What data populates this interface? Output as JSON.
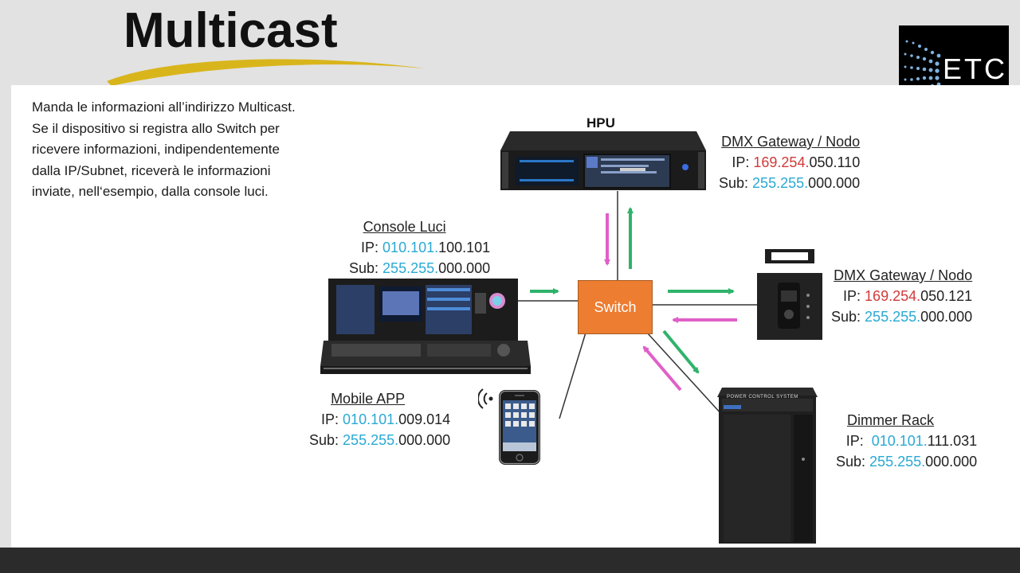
{
  "title": "Multicast",
  "logo_text": "ETC",
  "description_lines": [
    "Manda le informazioni all’indirizzo Multicast.",
    "Se il dispositivo si registra allo Switch per",
    "ricevere informazioni, indipendentemente",
    "dalla IP/Subnet, riceverà le informazioni",
    "inviate, nell‘esempio, dalla console luci."
  ],
  "switch_label": "Switch",
  "hpu_label": "HPU",
  "devices": {
    "gateway_top": {
      "name": "DMX  Gateway / Nodo",
      "ip_label": "IP:",
      "ip": [
        "169.254.",
        "050.110"
      ],
      "sub_label": "Sub:",
      "sub": [
        "255.255.",
        "000.000"
      ]
    },
    "console": {
      "name": "Console Luci",
      "ip_label": "IP:",
      "ip": [
        "010.101.",
        "100.101"
      ],
      "sub_label": "Sub:",
      "sub": [
        "255.255.",
        "000.000"
      ]
    },
    "gateway_right": {
      "name": "DMX  Gateway / Nodo",
      "ip_label": "IP:",
      "ip": [
        "169.254.",
        "050.121"
      ],
      "sub_label": "Sub:",
      "sub": [
        "255.255.",
        "000.000"
      ]
    },
    "mobile": {
      "name": "Mobile  APP",
      "ip_label": "IP:",
      "ip": [
        "010.101.",
        "009.014"
      ],
      "sub_label": "Sub:",
      "sub": [
        "255.255.",
        "000.000"
      ]
    },
    "dimmer": {
      "name": "Dimmer Rack",
      "ip_label": "IP:",
      "ip": [
        "010.101.",
        "111.031"
      ],
      "sub_label": "Sub:",
      "sub": [
        "255.255.",
        "000.000"
      ]
    }
  },
  "dimmer_panel_text": "POWER CONTROL SYSTEM",
  "colors": {
    "switch": "#ed7d31",
    "arrow_out": "#2fb36b",
    "arrow_in": "#e060c8",
    "ip_blue": "#2aa9d3",
    "ip_red": "#d23a3a"
  }
}
